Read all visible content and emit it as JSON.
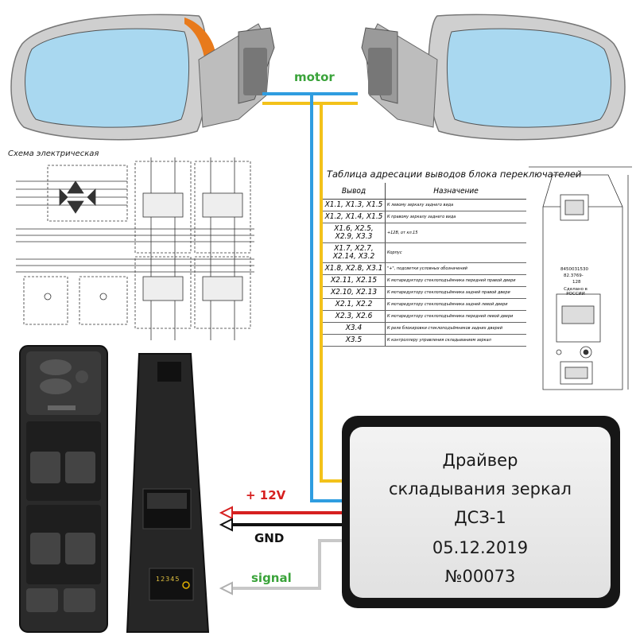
{
  "wire_labels": {
    "motor": "motor",
    "power": "+ 12V",
    "ground": "GND",
    "signal": "signal"
  },
  "schematic": {
    "title": "Схема электрическая"
  },
  "address_table": {
    "title": "Таблица адресации выводов блока переключателей",
    "headers": [
      "Вывод",
      "Назначение"
    ],
    "rows": [
      {
        "pins": "X1.1, X1.3, X1.5",
        "purpose": "К левому зеркалу заднего вида"
      },
      {
        "pins": "X1.2, X1.4, X1.5",
        "purpose": "К правому зеркалу заднего вида"
      },
      {
        "pins": "X1.6, X2.5, X2.9, X3.3",
        "purpose": "+12В, от кл.15"
      },
      {
        "pins": "X1.7, X2.7, X2.14, X3.2",
        "purpose": "Корпус"
      },
      {
        "pins": "X1.8, X2.8, X3.1",
        "purpose": "\"+\", подсветки условных обозначений"
      },
      {
        "pins": "X2.11, X2.15",
        "purpose": "К мотаредуктору стеклоподъёмника передней правой двери"
      },
      {
        "pins": "X2.10, X2.13",
        "purpose": "К мотаредуктору стеклоподъёмника задней правой двери"
      },
      {
        "pins": "X2.1, X2.2",
        "purpose": "К мотаредуктору стеклоподъёмника задней левой двери"
      },
      {
        "pins": "X2.3, X2.6",
        "purpose": "К мотаредуктору стеклоподъёмника передней левой двери"
      },
      {
        "pins": "X3.4",
        "purpose": "К реле блокировки стеклоподъёмников задних дверей"
      },
      {
        "pins": "X3.5",
        "purpose": "К контроллеру управления складыванием зеркал"
      }
    ]
  },
  "connector_drawing": {
    "part_number": "8450031530",
    "part_code": "82.3769-",
    "variant": "128",
    "made_in": "Сделано в РОССИИ",
    "pin_numbers": "12345"
  },
  "driver_label": {
    "line1": "Драйвер",
    "line2": "складывания зеркал",
    "model": "ДСЗ-1",
    "date": "05.12.2019",
    "serial": "№00073"
  },
  "colors": {
    "motor_wire_a": "#2f9de0",
    "motor_wire_b": "#f3c21a",
    "power_wire": "#d62020",
    "ground_wire": "#111111",
    "signal_wire": "#c8c8c8",
    "mirror_glass": "#a9d8f0",
    "mirror_accent": "#e87a1c",
    "label_text_green": "#3aa33a"
  }
}
